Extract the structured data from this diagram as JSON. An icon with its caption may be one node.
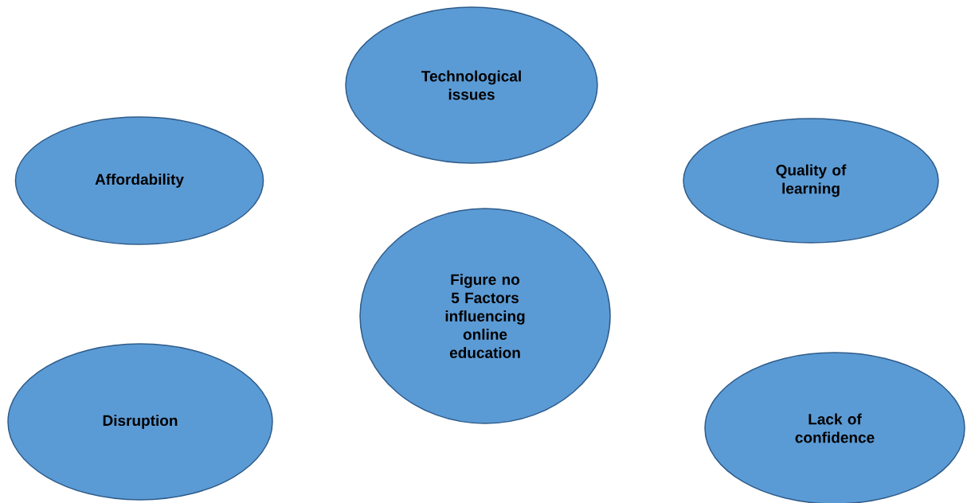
{
  "diagram": {
    "nodes": [
      {
        "text": [
          "Technological issues"
        ]
      },
      {
        "text": [
          "Affordability"
        ]
      },
      {
        "text": [
          "Quality of learning"
        ]
      },
      {
        "text": [
          "Figure no 5 Factors influencing online education"
        ]
      },
      {
        "text": [
          "Disruption"
        ]
      },
      {
        "text": [
          "Lack of confidence"
        ]
      }
    ]
  }
}
